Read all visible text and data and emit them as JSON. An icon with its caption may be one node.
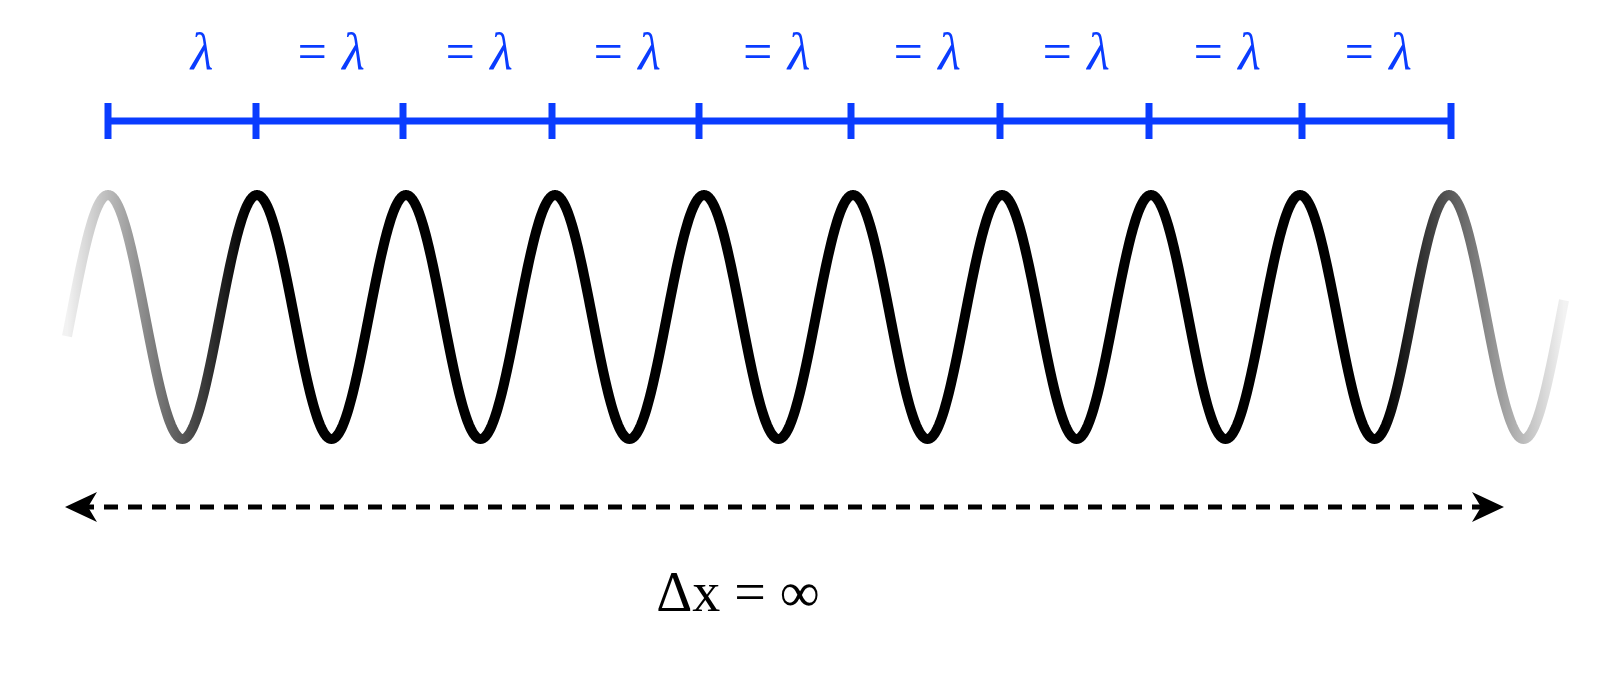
{
  "diagram": {
    "labels": [
      "λ",
      "= λ",
      "= λ",
      "= λ",
      "= λ",
      "= λ",
      "= λ",
      "= λ",
      "= λ",
      "Δx = ∞"
    ]
  }
}
